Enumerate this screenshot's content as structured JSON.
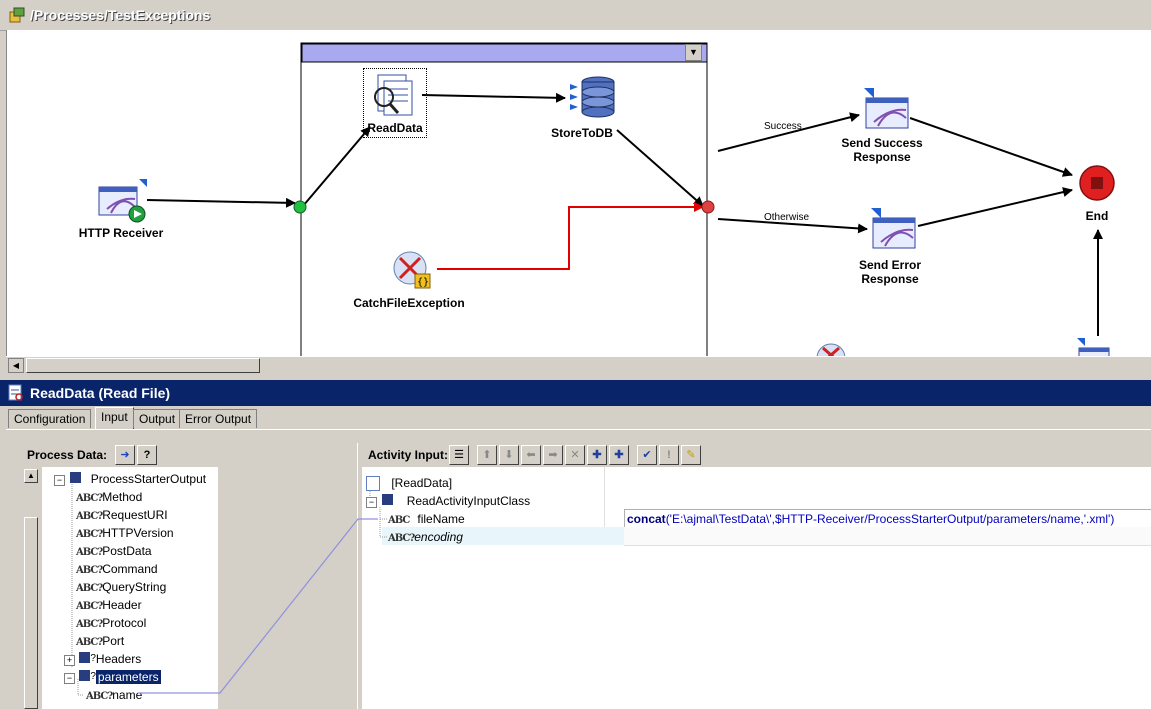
{
  "window": {
    "title": "/Processes/TestExceptions"
  },
  "canvas": {
    "group_menu": "▼",
    "nodes": {
      "http_receiver": "HTTP Receiver",
      "read_data": "ReadData",
      "store_to_db": "StoreToDB",
      "catch": "CatchFileException",
      "send_success": "Send Success Response",
      "send_error": "Send Error Response",
      "end": "End"
    },
    "edge_labels": {
      "success": "Success",
      "otherwise": "Otherwise"
    }
  },
  "panel": {
    "title": "ReadData (Read File)",
    "tabs": [
      "Configuration",
      "Input",
      "Output",
      "Error Output"
    ],
    "active_tab": "Input"
  },
  "process_data": {
    "label": "Process Data:",
    "tree": [
      {
        "label": "ProcessStarterOutput",
        "kind": "group",
        "expander": "−"
      },
      {
        "label": "Method",
        "kind": "string-opt"
      },
      {
        "label": "RequestURI",
        "kind": "string-opt"
      },
      {
        "label": "HTTPVersion",
        "kind": "string-opt"
      },
      {
        "label": "PostData",
        "kind": "string-opt"
      },
      {
        "label": "Command",
        "kind": "string-opt"
      },
      {
        "label": "QueryString",
        "kind": "string-opt"
      },
      {
        "label": "Header",
        "kind": "string-opt"
      },
      {
        "label": "Protocol",
        "kind": "string-opt"
      },
      {
        "label": "Port",
        "kind": "string-opt"
      },
      {
        "label": "Headers",
        "kind": "group-opt",
        "expander": "+"
      },
      {
        "label": "parameters",
        "kind": "group-opt",
        "expander": "−",
        "selected": true
      },
      {
        "label": "name",
        "kind": "string-opt"
      }
    ]
  },
  "activity_input": {
    "label": "Activity Input:",
    "tree": [
      {
        "label": "[ReadData]",
        "kind": "root"
      },
      {
        "label": "ReadActivityInputClass",
        "kind": "group",
        "expander": "−"
      },
      {
        "label": "fileName",
        "kind": "string",
        "value_fn": "concat",
        "value_args": "('E:\\ajmal\\TestData\\',$HTTP-Receiver/ProcessStarterOutput/parameters/name,'.xml')"
      },
      {
        "label": "encoding",
        "kind": "string-opt"
      }
    ]
  },
  "icons": {
    "abc": "ABC",
    "abc_opt": "ABC?",
    "check": "✔",
    "excl": "!",
    "pencil": "✎",
    "qmark": "?"
  },
  "colors": {
    "titlebar": "#0a246a",
    "group_header": "#a9a9f0",
    "success_edge": "#000000",
    "error_edge": "#ff0000",
    "end_node": "#e02020"
  }
}
